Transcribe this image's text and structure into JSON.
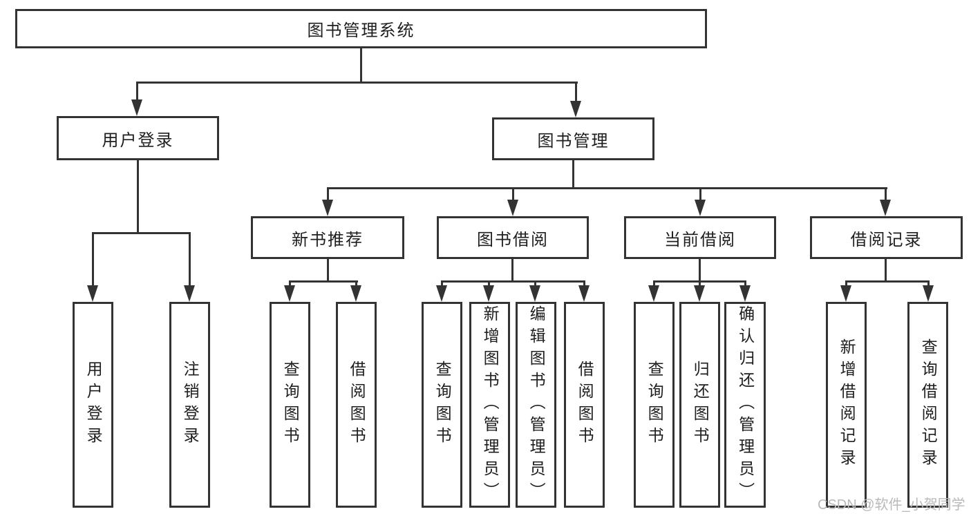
{
  "diagram": {
    "title": "图书管理系统",
    "type": "hierarchy-tree"
  },
  "tree": {
    "root": {
      "label": "图书管理系统"
    },
    "branches": [
      {
        "label": "用户登录",
        "children": [
          {
            "label": "用户登录"
          },
          {
            "label": "注销登录"
          }
        ]
      },
      {
        "label": "图书管理",
        "children": [
          {
            "label": "新书推荐",
            "children": [
              {
                "label": "查询图书"
              },
              {
                "label": "借阅图书"
              }
            ]
          },
          {
            "label": "图书借阅",
            "children": [
              {
                "label": "查询图书"
              },
              {
                "label": "新增图书（管理员）"
              },
              {
                "label": "编辑图书（管理员）"
              },
              {
                "label": "借阅图书"
              }
            ]
          },
          {
            "label": "当前借阅",
            "children": [
              {
                "label": "查询图书"
              },
              {
                "label": "归还图书"
              },
              {
                "label": "确认归还（管理员）"
              }
            ]
          },
          {
            "label": "借阅记录",
            "children": [
              {
                "label": "新增借阅记录"
              },
              {
                "label": "查询借阅记录"
              }
            ]
          }
        ]
      }
    ]
  },
  "watermark": "CSDN @软件_小贺同学",
  "colors": {
    "line": "#333333",
    "text": "#1e1e1e",
    "background": "#ffffff",
    "watermark": "#b9b9b9"
  }
}
